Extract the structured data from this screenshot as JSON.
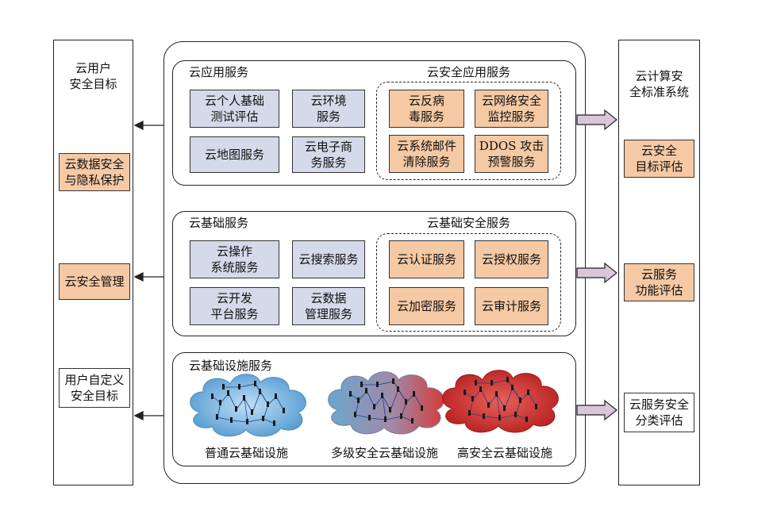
{
  "left_column": {
    "title": "云用户\n安全目标",
    "items": [
      "云数据安全\n与隐私保护",
      "云安全管理",
      "用户自定义\n安全目标"
    ]
  },
  "right_column": {
    "title": "云计算安\n全标准系统",
    "items": [
      "云安全\n目标评估",
      "云服务\n功能评估",
      "云服务安全\n分类评估"
    ]
  },
  "app_panel": {
    "title": "云应用服务",
    "services": [
      "云个人基础\n测试评估",
      "云环境\n服务",
      "云地图服务",
      "云电子商\n务服务"
    ],
    "security_title": "云安全应用服务",
    "security_services": [
      "云反病\n毒服务",
      "云网络安全\n监控服务",
      "云系统邮件\n清除服务",
      "DDOS 攻击\n预警服务"
    ]
  },
  "base_panel": {
    "title": "云基础服务",
    "services": [
      "云操作\n系统服务",
      "云搜索服务",
      "云开发\n平台服务",
      "云数据\n管理服务"
    ],
    "security_title": "云基础安全服务",
    "security_services": [
      "云认证服务",
      "云授权服务",
      "云加密服务",
      "云审计服务"
    ]
  },
  "infra_panel": {
    "title": "云基础设施服务",
    "clouds": [
      "普通云基础设施",
      "多级安全云基础设施",
      "高安全云基础设施"
    ]
  },
  "colors": {
    "service_fill": "#d4dae9",
    "security_fill": "#f5c9a4",
    "arrow_fill": "#d9c6d9"
  },
  "icons": [
    "left-arrow-icon",
    "right-block-arrow-icon",
    "cloud-icon"
  ]
}
